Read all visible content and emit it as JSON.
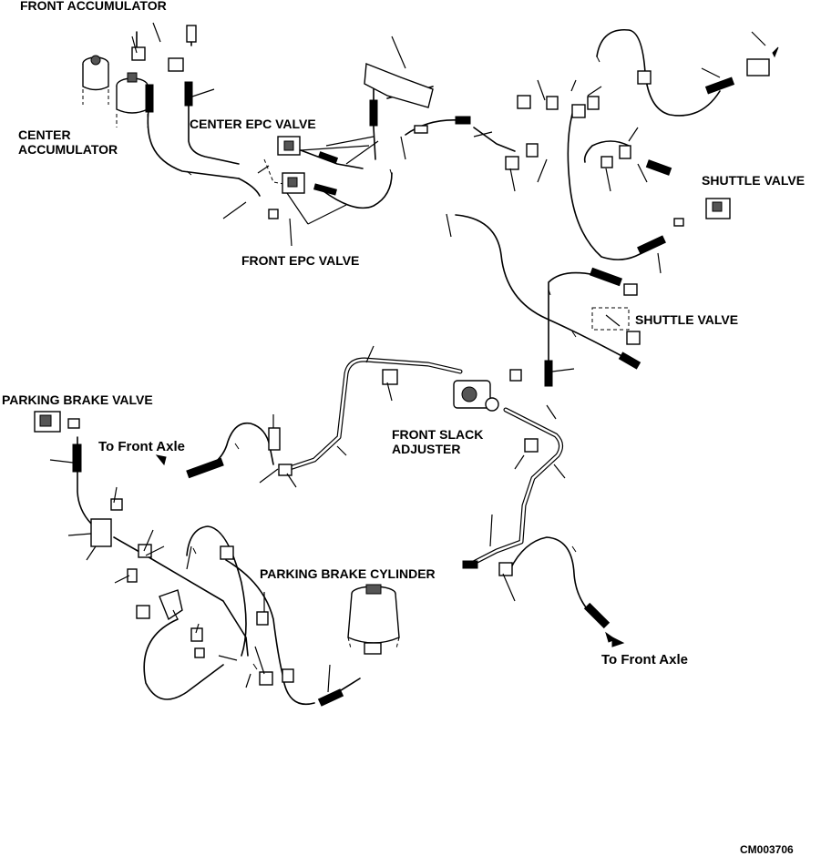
{
  "labels": {
    "front_accumulator": "FRONT ACCUMULATOR",
    "center_accumulator": "CENTER\nACCUMULATOR",
    "center_epc_valve": "CENTER EPC VALVE",
    "front_epc_valve": "FRONT EPC VALVE",
    "shuttle_valve_upper": "SHUTTLE VALVE",
    "shuttle_valve_lower": "SHUTTLE VALVE",
    "parking_brake_valve": "PARKING BRAKE VALVE",
    "to_front_axle_left": "To Front Axle",
    "front_slack_adjuster": "FRONT SLACK\nADJUSTER",
    "parking_brake_cylinder": "PARKING BRAKE CYLINDER",
    "to_front_axle_right": "To Front Axle",
    "drawing_number": "CM003706"
  }
}
